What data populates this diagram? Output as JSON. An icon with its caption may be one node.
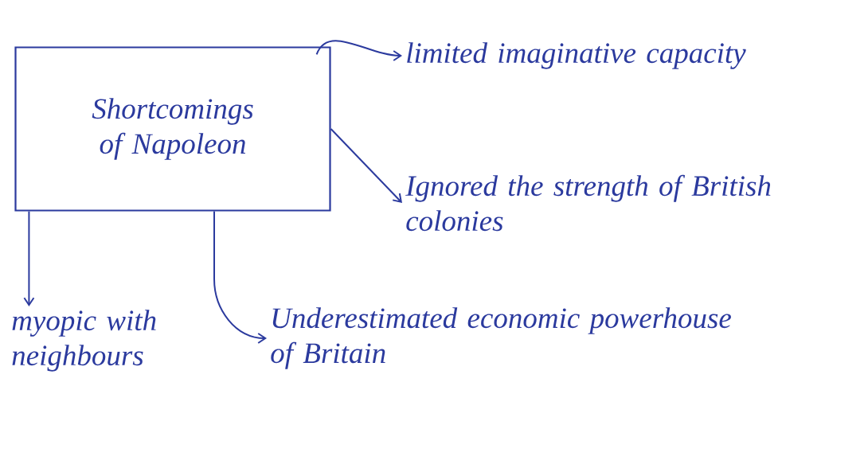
{
  "diagram": {
    "nodes": [
      {
        "text": [
          "Shortcomings of Napoleon"
        ]
      },
      {
        "text": [
          "limited imaginative capacity"
        ]
      },
      {
        "text": [
          "Ignored the strength of British colonies"
        ]
      },
      {
        "text": [
          "myopic with neighbours"
        ]
      },
      {
        "text": [
          "Underestimated economic powerhouse of Britain"
        ]
      }
    ],
    "edges": [
      {
        "from": 0,
        "to": 1,
        "arrow": "to"
      },
      {
        "from": 0,
        "to": 2,
        "arrow": "to"
      },
      {
        "from": 0,
        "to": 3,
        "arrow": "to"
      },
      {
        "from": 0,
        "to": 4,
        "arrow": "to"
      }
    ]
  }
}
